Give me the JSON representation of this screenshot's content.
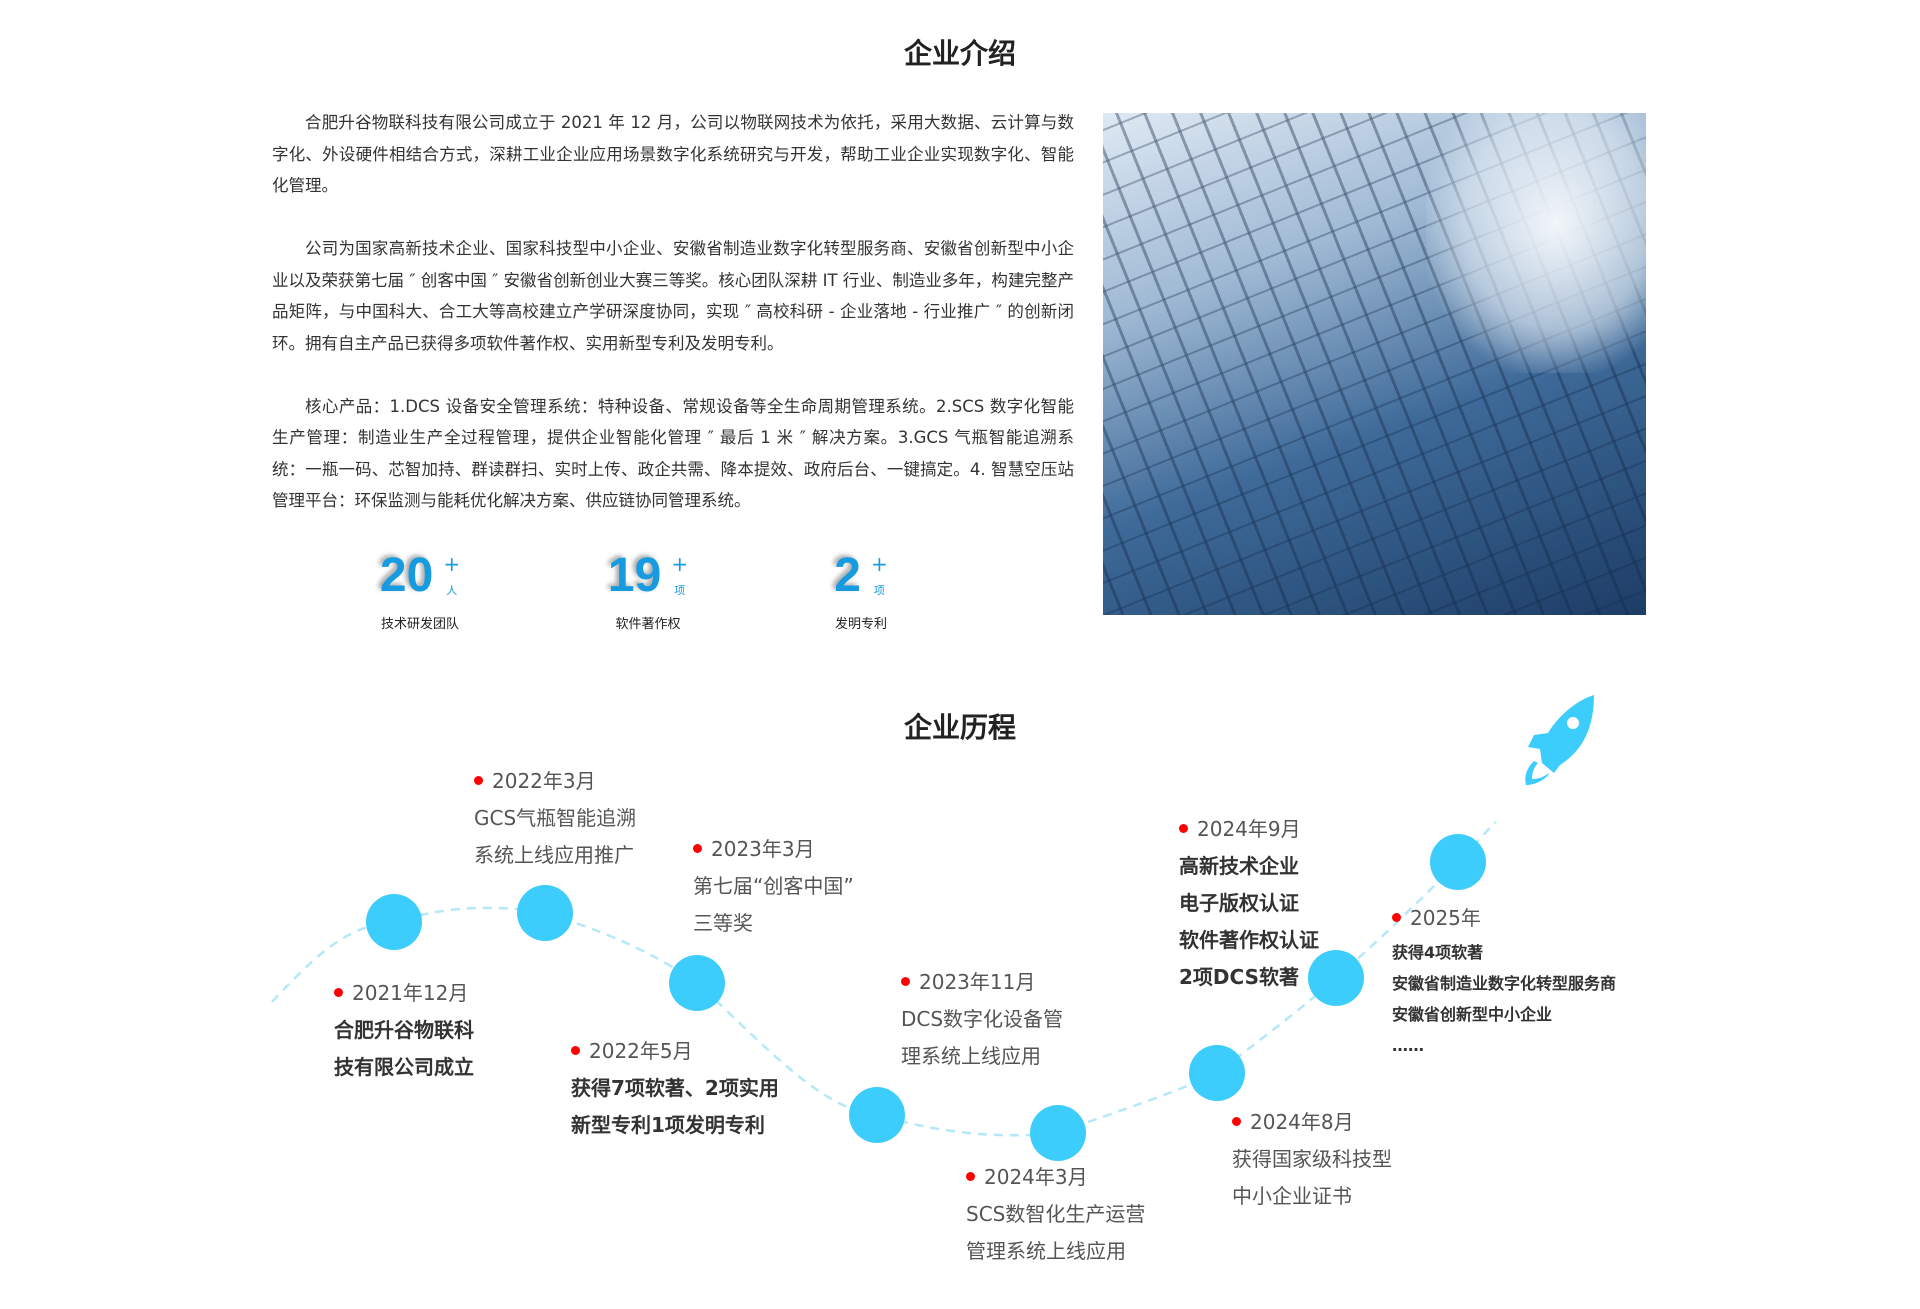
{
  "intro": {
    "title": "企业介绍",
    "paragraphs": [
      "合肥升谷物联科技有限公司成立于 2021 年 12 月，公司以物联网技术为依托，采用大数据、云计算与数字化、外设硬件相结合方式，深耕工业企业应用场景数字化系统研究与开发，帮助工业企业实现数字化、智能化管理。",
      "公司为国家高新技术企业、国家科技型中小企业、安徽省制造业数字化转型服务商、安徽省创新型中小企业以及荣获第七届 ″ 创客中国 ″ 安徽省创新创业大赛三等奖。核心团队深耕 IT 行业、制造业多年，构建完整产品矩阵，与中国科大、合工大等高校建立产学研深度协同，实现 ″ 高校科研 - 企业落地 - 行业推广 ″ 的创新闭环。拥有自主产品已获得多项软件著作权、实用新型专利及发明专利。",
      "核心产品：1.DCS 设备安全管理系统：特种设备、常规设备等全生命周期管理系统。2.SCS 数字化智能生产管理：制造业生产全过程管理，提供企业智能化管理 ″ 最后 1 米 ″ 解决方案。3.GCS 气瓶智能追溯系统：一瓶一码、芯智加持、群读群扫、实时上传、政企共需、降本提效、政府后台、一键搞定。4. 智慧空压站管理平台：环保监测与能耗优化解决方案、供应链协同管理系统。"
    ],
    "stats": [
      {
        "number": "20",
        "plus": "+",
        "unit": "人",
        "label": "技术研发团队"
      },
      {
        "number": "19",
        "plus": "+",
        "unit": "项",
        "label": "软件著作权"
      },
      {
        "number": "2",
        "plus": "+",
        "unit": "项",
        "label": "发明专利"
      }
    ]
  },
  "history": {
    "title": "企业历程",
    "items": [
      {
        "date": "2021年12月",
        "lines": [
          "合肥升谷物联科",
          "技有限公司成立"
        ]
      },
      {
        "date": "2022年3月",
        "lines": [
          "GCS气瓶智能追溯",
          "系统上线应用推广"
        ]
      },
      {
        "date": "2023年3月",
        "lines": [
          "第七届“创客中国”",
          "三等奖"
        ]
      },
      {
        "date": "2022年5月",
        "lines": [
          "获得7项软著、2项实用",
          "新型专利1项发明专利"
        ]
      },
      {
        "date": "2023年11月",
        "lines": [
          "DCS数字化设备管",
          "理系统上线应用"
        ]
      },
      {
        "date": "2024年3月",
        "lines": [
          "SCS数智化生产运营",
          "管理系统上线应用"
        ]
      },
      {
        "date": "2024年8月",
        "lines": [
          "获得国家级科技型",
          "中小企业证书"
        ]
      },
      {
        "date": "2024年9月",
        "lines": [
          "高新技术企业",
          "电子版权认证",
          "软件著作权认证",
          "2项DCS软著"
        ]
      },
      {
        "date": "2025年",
        "lines": [
          "获得4项软著",
          "安徽省制造业数字化转型服务商",
          "安徽省创新型中小企业",
          "……"
        ]
      }
    ]
  },
  "colors": {
    "accent": "#169be0",
    "node": "#3dcdfd",
    "marker": "#ff0000"
  }
}
